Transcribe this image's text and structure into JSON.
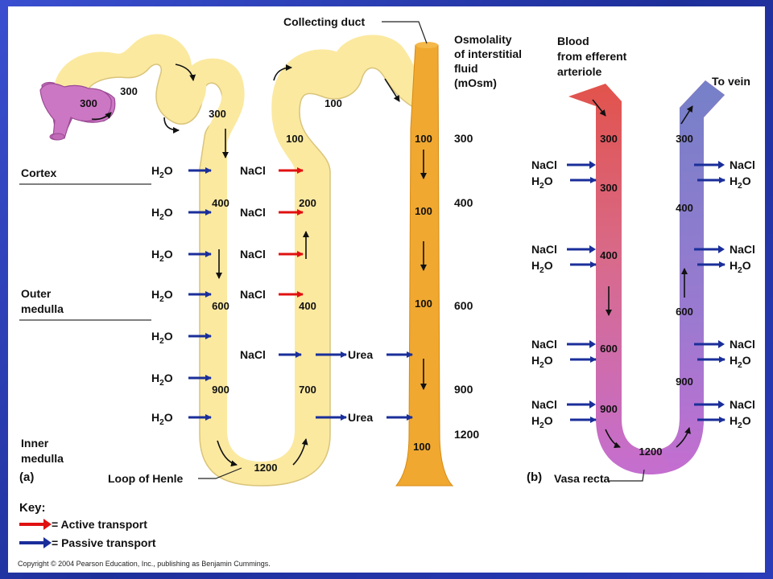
{
  "part_a": {
    "panel_label": "(a)",
    "structure_label": "Loop of Henle",
    "collecting_duct_label": "Collecting duct",
    "osmolality_header": [
      "Osmolality",
      "of interstitial",
      "fluid",
      "(mOsm)"
    ],
    "zones": [
      "Cortex",
      "Outer",
      "medulla",
      "Inner",
      "medulla"
    ],
    "interstitial_values": [
      "300",
      "400",
      "600",
      "900",
      "1200"
    ],
    "glomerulus_value": "300",
    "proximal_values": [
      "300",
      "300"
    ],
    "descending_values": [
      "400",
      "600",
      "900"
    ],
    "bottom_value": "1200",
    "ascending_values": [
      "100",
      "200",
      "400",
      "700"
    ],
    "distal_value": "100",
    "duct_values": [
      "100",
      "100",
      "100",
      "100"
    ],
    "h2o_label": "H",
    "h2o_sub": "2",
    "h2o_tail": "O",
    "nacl_label": "NaCl",
    "urea_label": "Urea"
  },
  "part_b": {
    "panel_label": "(b)",
    "structure_label": "Vasa recta",
    "blood_label": [
      "Blood",
      "from efferent",
      "arteriole"
    ],
    "vein_label": "To vein",
    "descending_values": [
      "300",
      "300",
      "400",
      "600",
      "900"
    ],
    "bottom_value": "1200",
    "ascending_values": [
      "300",
      "400",
      "600",
      "900"
    ],
    "nacl_label": "NaCl"
  },
  "key": {
    "title": "Key:",
    "active": "= Active transport",
    "passive": "= Passive transport"
  },
  "copyright": "Copyright © 2004 Pearson Education, Inc., publishing as Benjamin Cummings.",
  "colors": {
    "tubule": "#fbe9a0",
    "tubule_edge": "#d9c47a",
    "duct": "#f0a830",
    "active_arrow": "#e01010",
    "passive_arrow": "#1a2e9a",
    "glomerulus": "#cc77c4"
  }
}
